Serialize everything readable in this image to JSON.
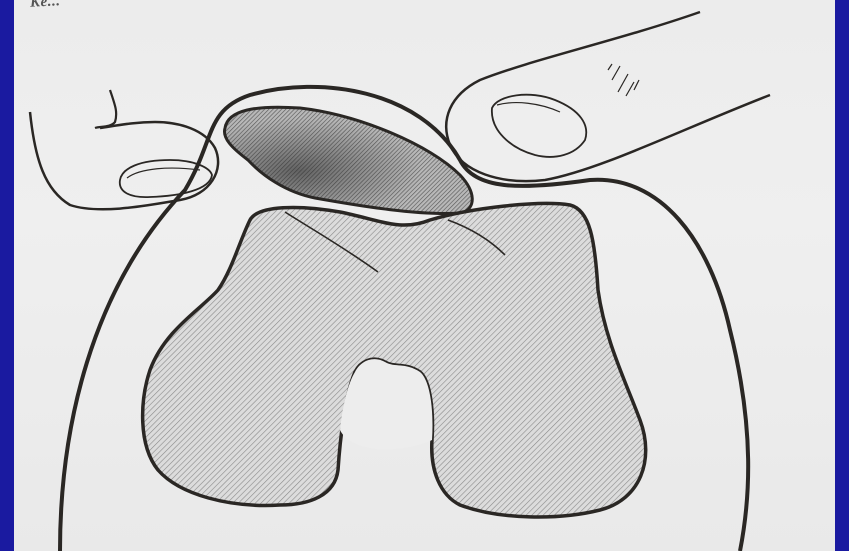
{
  "slide": {
    "background_color": "#1a1aa0",
    "page_color": "#ececec",
    "header_fragment": "Ke..."
  },
  "figure": {
    "subject": "knee-joint-illustration",
    "parts": [
      "skin-outline",
      "left-thumb",
      "right-finger",
      "patella",
      "femoral-condyles",
      "intercondylar-notch"
    ],
    "ink_color": "#2a2724",
    "bone_fill_color": "#d2d2d2",
    "patella_fill_color": "#9a9a9a"
  }
}
